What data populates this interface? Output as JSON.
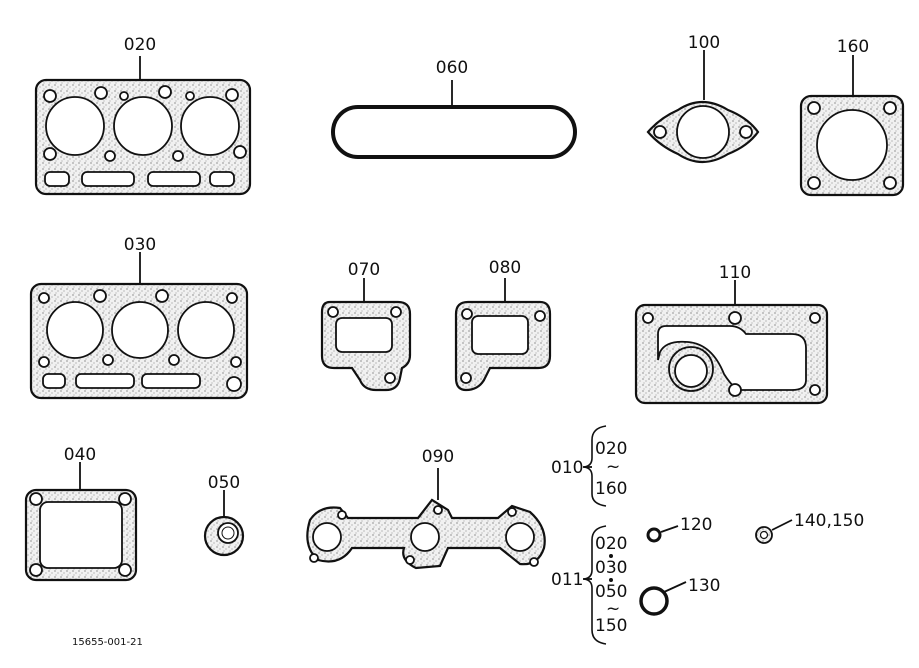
{
  "parts": {
    "p020": "020",
    "p030": "030",
    "p040": "040",
    "p050": "050",
    "p060": "060",
    "p070": "070",
    "p080": "080",
    "p090": "090",
    "p100": "100",
    "p110": "110",
    "p120": "120",
    "p130": "130",
    "p140_150": "140,150",
    "p160": "160"
  },
  "kits": {
    "kit010": {
      "label": "010",
      "from": "020",
      "tilde": "~",
      "to": "160"
    },
    "kit011": {
      "label": "011",
      "items": [
        "020",
        "030",
        "050"
      ],
      "tilde": "~",
      "to": "150"
    }
  },
  "figure_code": "15655-001-21"
}
